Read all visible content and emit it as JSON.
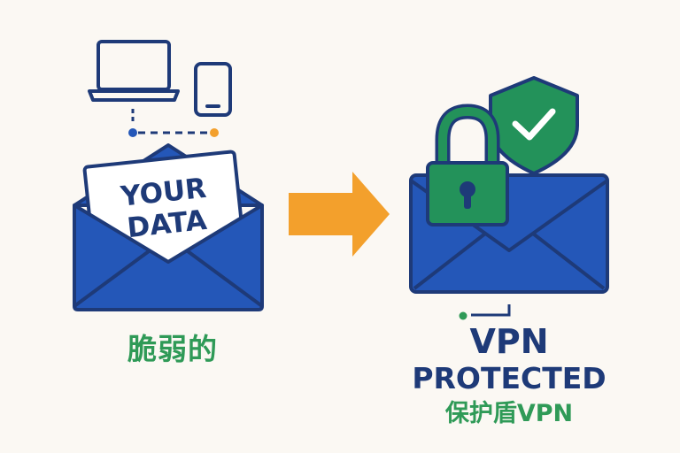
{
  "left_panel": {
    "letter_text_line1": "YOUR",
    "letter_text_line2": "DATA",
    "caption": "脆弱的"
  },
  "right_panel": {
    "caption_line1": "VPN",
    "caption_line2": "PROTECTED",
    "caption_line3": "保护盾VPN"
  },
  "colors": {
    "navy": "#1e3a78",
    "envelope_blue": "#2457b8",
    "green": "#2f9a57",
    "shield_green": "#23925a",
    "orange": "#f3a02c",
    "background": "#fbf8f3"
  },
  "icons": [
    "laptop-icon",
    "phone-icon",
    "envelope-icon",
    "arrow-icon",
    "padlock-icon",
    "shield-check-icon"
  ]
}
